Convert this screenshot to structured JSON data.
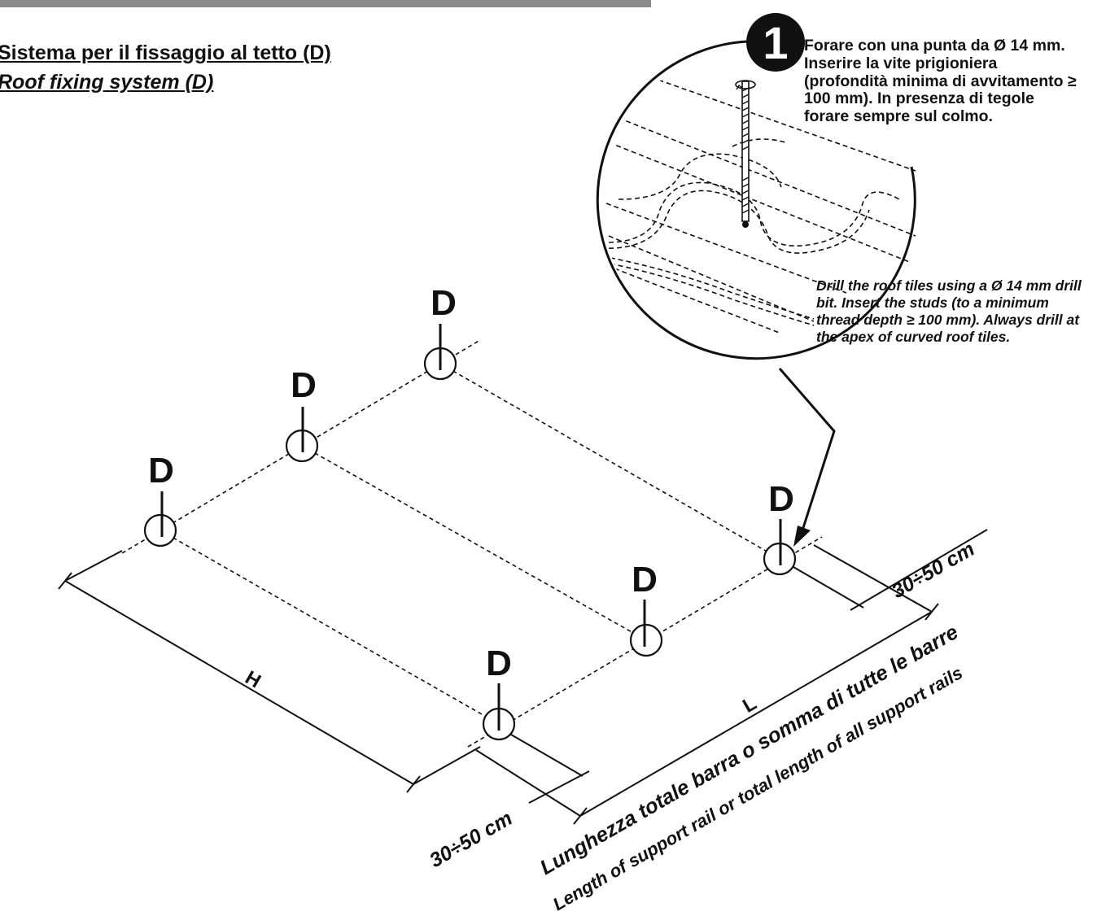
{
  "title": {
    "italian": "Sistema per il fissaggio al tetto (D)",
    "english": "Roof fixing system (D)"
  },
  "step": {
    "number": "1",
    "instruction_it": "Forare con una  punta da Ø 14 mm. Inserire la vite prigioniera (profondità minima di avvitamento ≥ 100 mm). In presenza di tegole forare sempre sul colmo.",
    "instruction_en": "Drill the roof tiles using a Ø 14 mm drill bit. Insert the studs (to a minimum thread depth ≥ 100 mm). Always drill at the apex of curved roof tiles."
  },
  "fixing_points": [
    {
      "label": "D"
    },
    {
      "label": "D"
    },
    {
      "label": "D"
    },
    {
      "label": "D"
    },
    {
      "label": "D"
    },
    {
      "label": "D"
    }
  ],
  "dimensions": {
    "h_label": "H",
    "l_label": "L",
    "offset_bottom": "30÷50 cm",
    "offset_right": "30÷50 cm",
    "rail_length_it": "Lunghezza totale barra o somma di tutte le barre",
    "rail_length_en": "Length of support rail or total length of all support rails"
  }
}
